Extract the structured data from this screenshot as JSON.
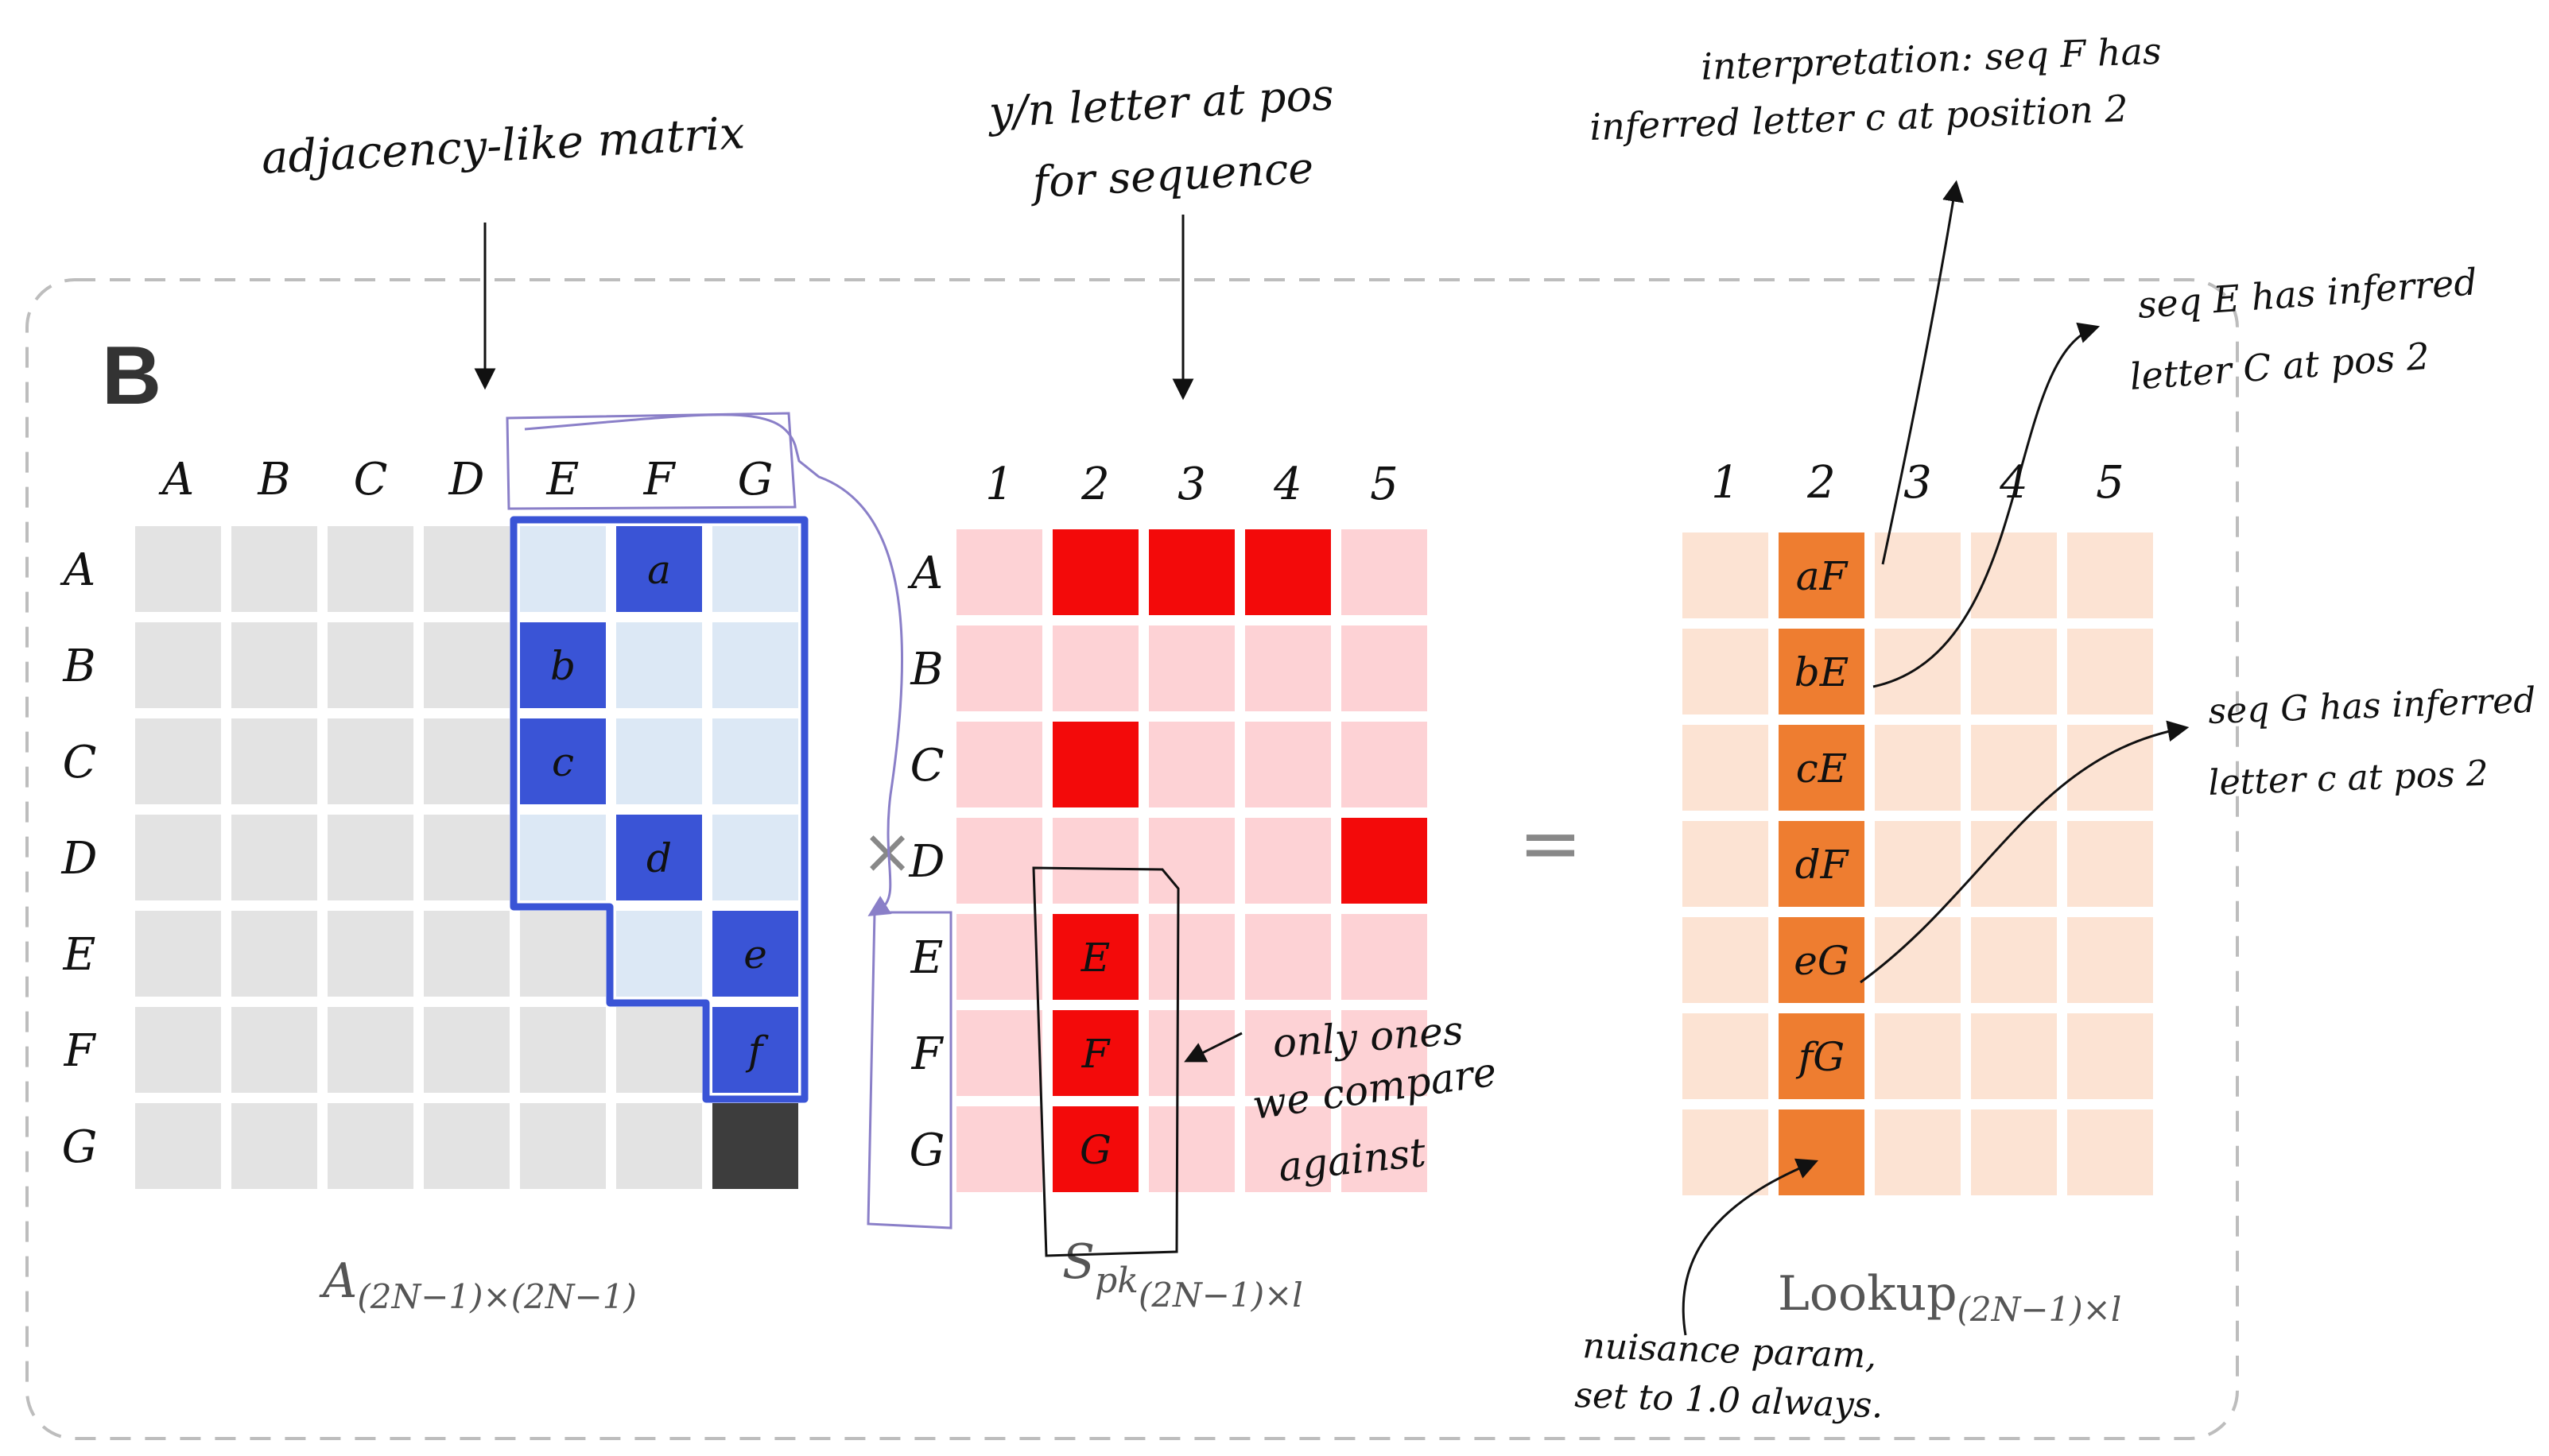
{
  "panel_label": "B",
  "annotations": {
    "adjacency": "adjacency-like matrix",
    "yn_line1": "y/n   letter   at   pos",
    "yn_line2": "for   sequence",
    "interp_line1": "interpretation:  seq F  has",
    "interp_line2": "inferred  letter  c  at  position  2",
    "seqE_line1": "seq  E  has  inferred",
    "seqE_line2": "letter  C  at  pos  2",
    "seqG_line1": "seq  G  has  inferred",
    "seqG_line2": "letter  c  at  pos 2",
    "only_line1": "only   ones",
    "only_line2": "we   compare",
    "only_line3": "against",
    "nuisance_line1": "nuisance param,",
    "nuisance_line2": "set  to 1.0  always."
  },
  "operators": {
    "times": "×",
    "equals": "="
  },
  "matrix_A": {
    "cols": [
      "A",
      "B",
      "C",
      "D",
      "E",
      "F",
      "G"
    ],
    "rows": [
      "A",
      "B",
      "C",
      "D",
      "E",
      "F",
      "G"
    ],
    "label_main": "A",
    "label_sub": "(2N−1)×(2N−1)",
    "cells": [
      [
        "0",
        "0",
        "0",
        "0",
        "1",
        "2",
        "1"
      ],
      [
        "0",
        "0",
        "0",
        "0",
        "2",
        "1",
        "1"
      ],
      [
        "0",
        "0",
        "0",
        "0",
        "2",
        "1",
        "1"
      ],
      [
        "0",
        "0",
        "0",
        "0",
        "1",
        "2",
        "1"
      ],
      [
        "0",
        "0",
        "0",
        "0",
        "0",
        "1",
        "2"
      ],
      [
        "0",
        "0",
        "0",
        "0",
        "0",
        "0",
        "2"
      ],
      [
        "0",
        "0",
        "0",
        "0",
        "0",
        "0",
        "3"
      ]
    ],
    "cell_letters": [
      [
        "",
        "",
        "",
        "",
        "",
        "a",
        ""
      ],
      [
        "",
        "",
        "",
        "",
        "b",
        "",
        ""
      ],
      [
        "",
        "",
        "",
        "",
        "c",
        "",
        ""
      ],
      [
        "",
        "",
        "",
        "",
        "",
        "d",
        ""
      ],
      [
        "",
        "",
        "",
        "",
        "",
        "",
        "e"
      ],
      [
        "",
        "",
        "",
        "",
        "",
        "",
        "f"
      ],
      [
        "",
        "",
        "",
        "",
        "",
        "",
        ""
      ]
    ],
    "colors": {
      "0": "#e3e3e3",
      "1": "#dce8f5",
      "2": "#3a54d6",
      "3": "#3d3d3d",
      "outline": "#3a54d6"
    }
  },
  "matrix_S": {
    "cols": [
      "1",
      "2",
      "3",
      "4",
      "5"
    ],
    "rows": [
      "A",
      "B",
      "C",
      "D",
      "E",
      "F",
      "G"
    ],
    "label_main": "S",
    "label_sub1": "pk",
    "label_sub2": "(2N−1)×l",
    "cells": [
      [
        0,
        1,
        1,
        1,
        0
      ],
      [
        0,
        0,
        0,
        0,
        0
      ],
      [
        0,
        1,
        0,
        0,
        0
      ],
      [
        0,
        0,
        0,
        0,
        1
      ],
      [
        0,
        1,
        0,
        0,
        0
      ],
      [
        0,
        1,
        0,
        0,
        0
      ],
      [
        0,
        1,
        0,
        0,
        0
      ]
    ],
    "cell_letters": [
      [
        "",
        "",
        "",
        "",
        ""
      ],
      [
        "",
        "",
        "",
        "",
        ""
      ],
      [
        "",
        "",
        "",
        "",
        ""
      ],
      [
        "",
        "",
        "",
        "",
        ""
      ],
      [
        "",
        "E",
        "",
        "",
        ""
      ],
      [
        "",
        "F",
        "",
        "",
        ""
      ],
      [
        "",
        "G",
        "",
        "",
        ""
      ]
    ],
    "colors": {
      "0": "#fdd2d5",
      "1": "#f30a0a"
    }
  },
  "matrix_L": {
    "cols": [
      "1",
      "2",
      "3",
      "4",
      "5"
    ],
    "label_main": "Lookup",
    "label_sub": "(2N−1)×l",
    "cells": [
      [
        0,
        1,
        0,
        0,
        0
      ],
      [
        0,
        1,
        0,
        0,
        0
      ],
      [
        0,
        1,
        0,
        0,
        0
      ],
      [
        0,
        1,
        0,
        0,
        0
      ],
      [
        0,
        1,
        0,
        0,
        0
      ],
      [
        0,
        1,
        0,
        0,
        0
      ],
      [
        0,
        1,
        0,
        0,
        0
      ]
    ],
    "cell_letters": [
      [
        "",
        "aF",
        "",
        "",
        ""
      ],
      [
        "",
        "bE",
        "",
        "",
        ""
      ],
      [
        "",
        "cE",
        "",
        "",
        ""
      ],
      [
        "",
        "dF",
        "",
        "",
        ""
      ],
      [
        "",
        "eG",
        "",
        "",
        ""
      ],
      [
        "",
        "fG",
        "",
        "",
        ""
      ],
      [
        "",
        "",
        "",
        "",
        ""
      ]
    ],
    "colors": {
      "0": "#fce3d3",
      "1": "#ee7d30"
    }
  }
}
